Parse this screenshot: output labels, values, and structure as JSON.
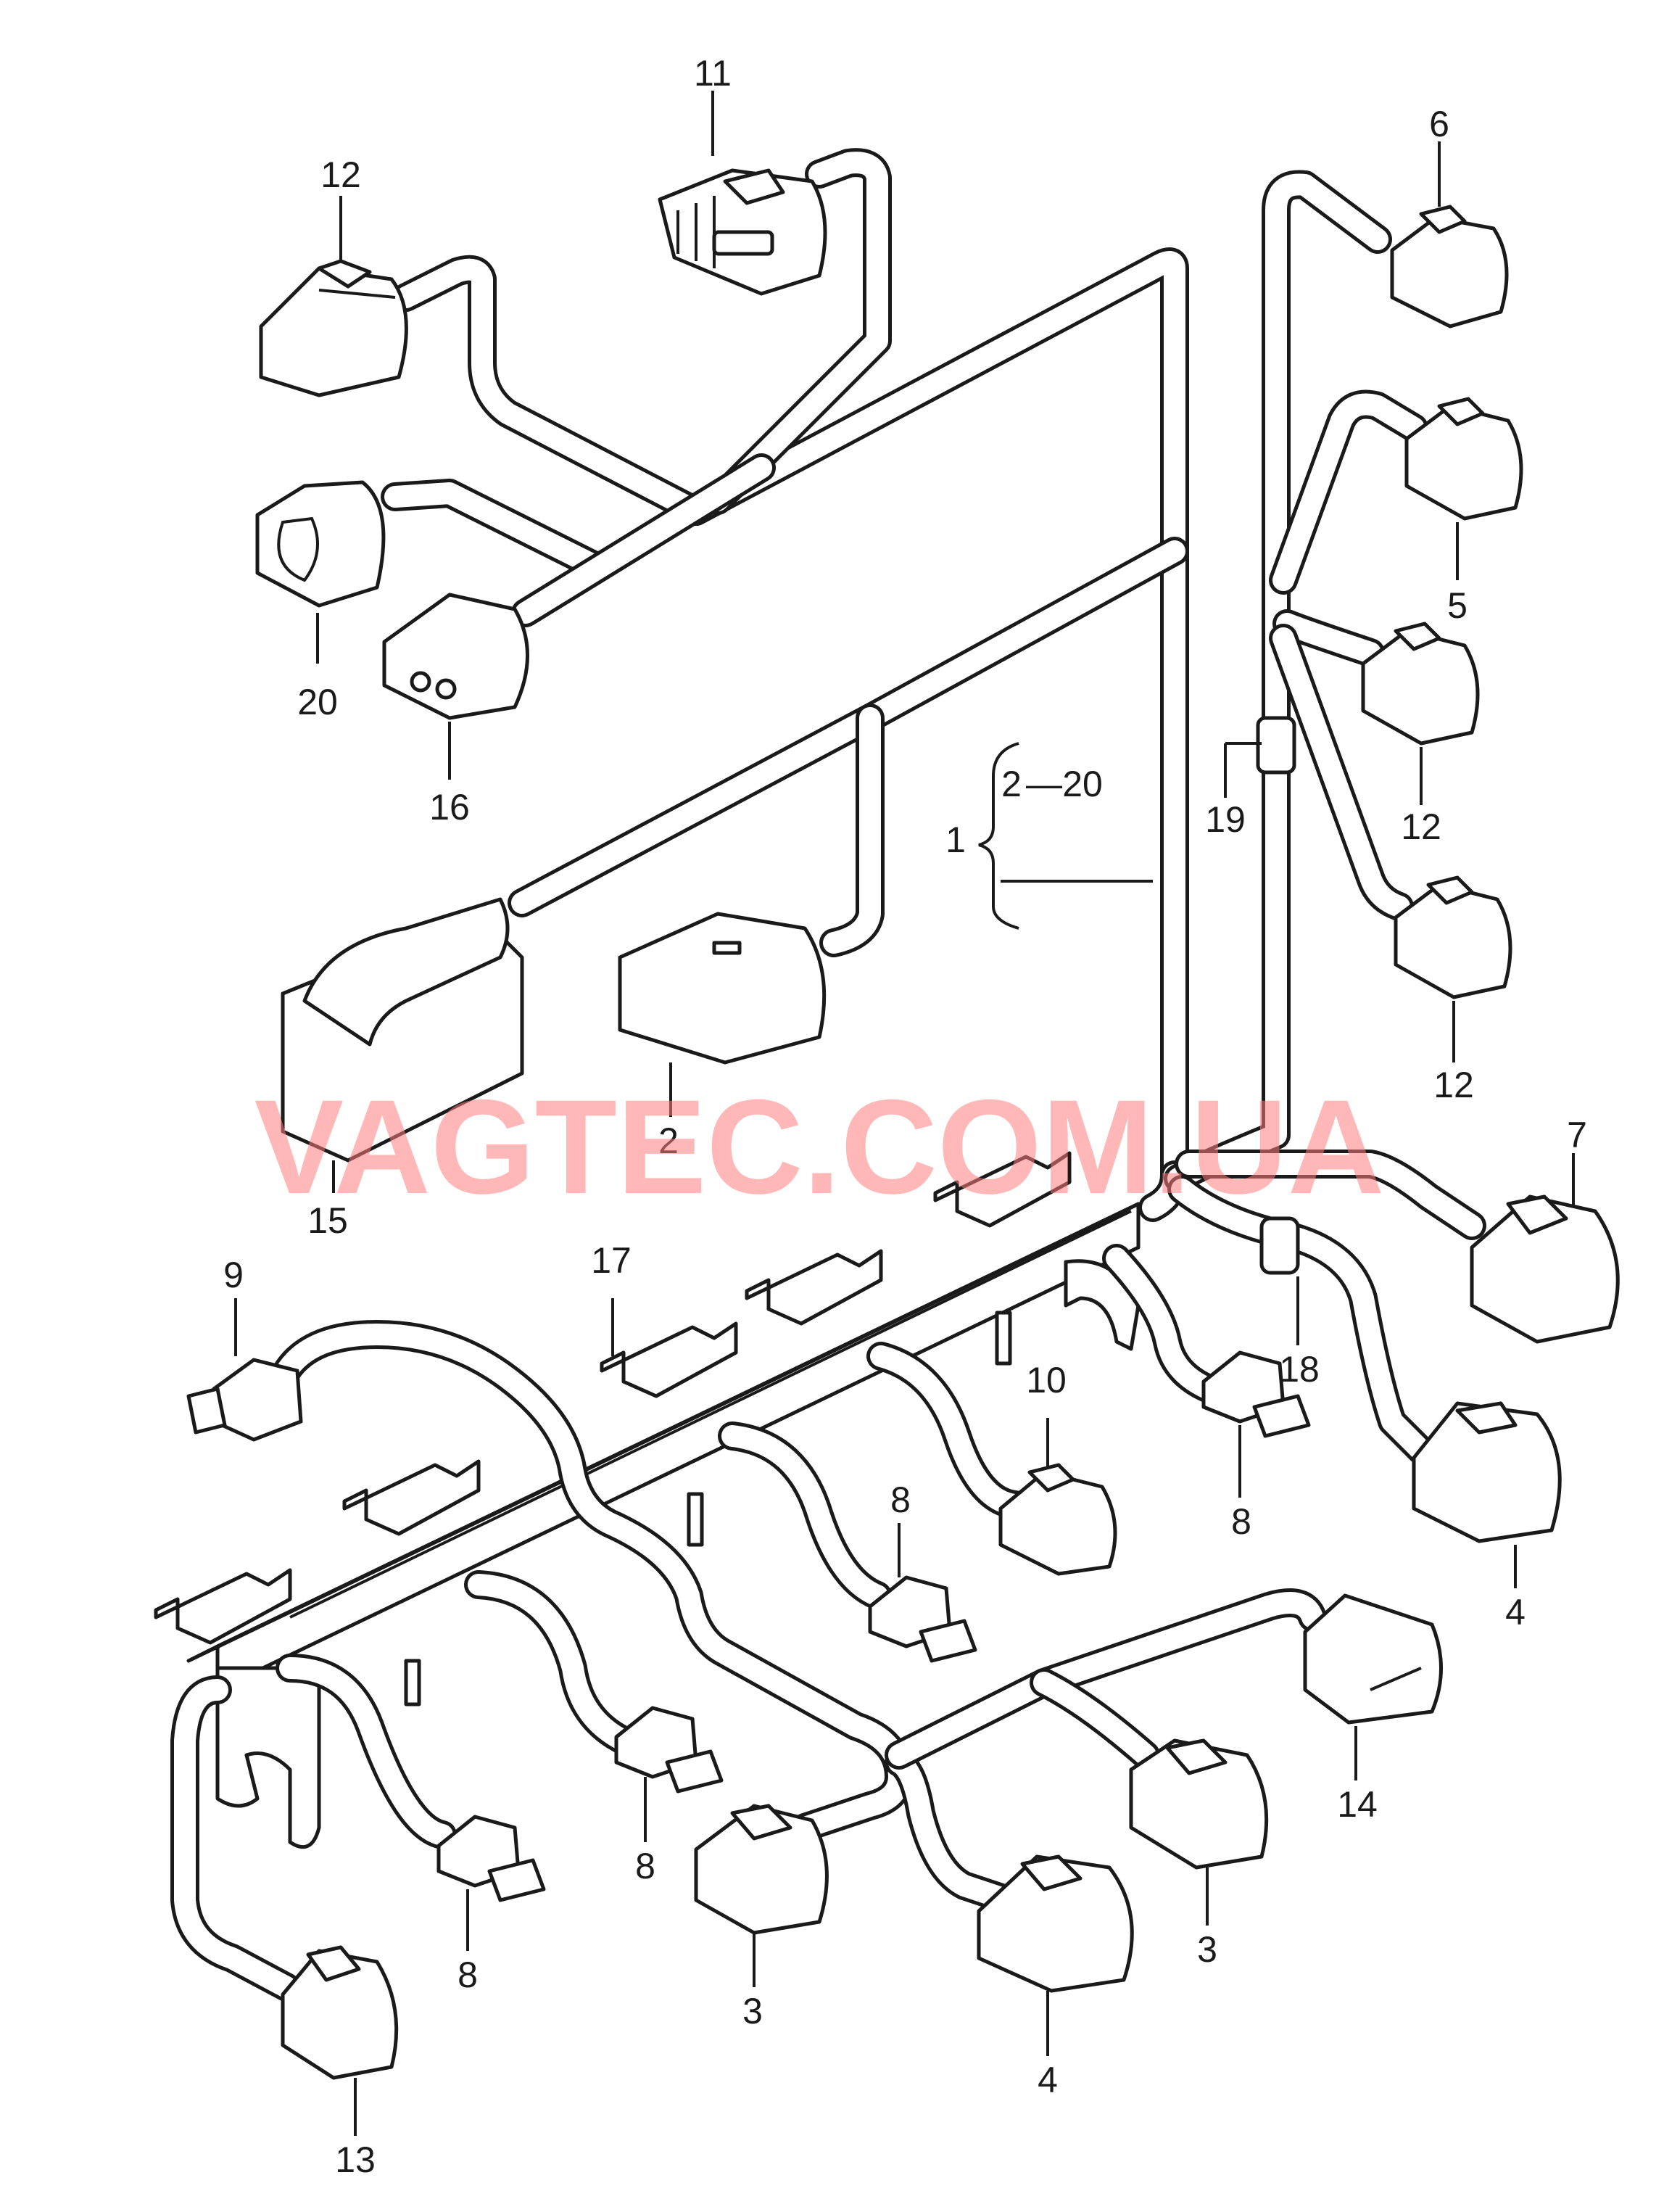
{
  "watermark": "VAGTEC.COM.UA",
  "group_bracket": {
    "main": "1",
    "range_from": "2",
    "range_to": "20",
    "separator": "—"
  },
  "callouts": [
    {
      "id": "c11",
      "text": "11"
    },
    {
      "id": "c12a",
      "text": "12"
    },
    {
      "id": "c6",
      "text": "6"
    },
    {
      "id": "c5",
      "text": "5"
    },
    {
      "id": "c20",
      "text": "20"
    },
    {
      "id": "c16",
      "text": "16"
    },
    {
      "id": "c12b",
      "text": "12"
    },
    {
      "id": "c19",
      "text": "19"
    },
    {
      "id": "c12c",
      "text": "12"
    },
    {
      "id": "c15",
      "text": "15"
    },
    {
      "id": "c2",
      "text": "2"
    },
    {
      "id": "c7",
      "text": "7"
    },
    {
      "id": "c9",
      "text": "9"
    },
    {
      "id": "c17",
      "text": "17"
    },
    {
      "id": "c10",
      "text": "10"
    },
    {
      "id": "c18",
      "text": "18"
    },
    {
      "id": "c8a",
      "text": "8"
    },
    {
      "id": "c8b",
      "text": "8"
    },
    {
      "id": "c4a",
      "text": "4"
    },
    {
      "id": "c14",
      "text": "14"
    },
    {
      "id": "c8c",
      "text": "8"
    },
    {
      "id": "c8d",
      "text": "8"
    },
    {
      "id": "c3a",
      "text": "3"
    },
    {
      "id": "c3b",
      "text": "3"
    },
    {
      "id": "c4b",
      "text": "4"
    },
    {
      "id": "c13",
      "text": "13"
    }
  ]
}
